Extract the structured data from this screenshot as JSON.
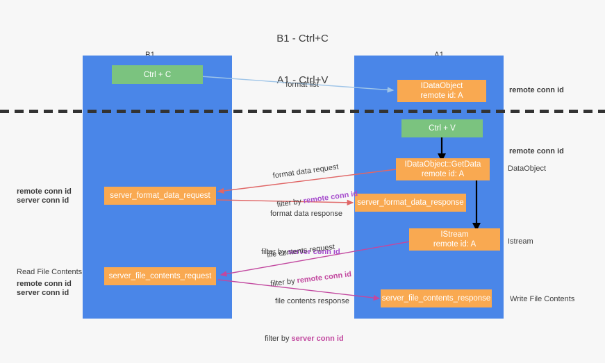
{
  "title": {
    "line1": "B1 - Ctrl+C",
    "line2": "A1 - Ctrl+V"
  },
  "columns": [
    {
      "name": "B1",
      "role": "connection"
    },
    {
      "name": "A1",
      "role": "remote"
    }
  ],
  "nodes": {
    "ctrl_c": {
      "label": "Ctrl + C",
      "color": "#7bc37f"
    },
    "ctrl_v": {
      "label": "Ctrl + V",
      "color": "#7bc37f"
    },
    "idataobject": {
      "line1": "IDataObject",
      "line2": "remote id: A",
      "color": "#f9a951"
    },
    "getdata": {
      "line1": "IDataObject::GetData",
      "line2": "remote id: A",
      "color": "#f9a951"
    },
    "istream": {
      "line1": "IStream",
      "line2": "remote id: A",
      "color": "#f9a951"
    },
    "server_format_data_request": {
      "label": "server_format_data_request",
      "color": "#f9a951"
    },
    "server_format_data_response": {
      "label": "server_format_data_response",
      "color": "#f9a951"
    },
    "server_file_contents_request": {
      "label": "server_file_contents_request",
      "color": "#f9a951"
    },
    "server_file_contents_response": {
      "label": "server_file_contents_response",
      "color": "#f9a951"
    }
  },
  "edges": {
    "format_list": {
      "label": "format list",
      "color": "#9fc5e8"
    },
    "format_data_request": {
      "line1": "format data request",
      "filter_prefix": "filter by ",
      "filter_key": "remote conn id",
      "color": "#e06666"
    },
    "format_data_response": {
      "line1": "format data response",
      "filter_prefix": "filter by ",
      "filter_key": "server conn id",
      "color": "#e06666"
    },
    "file_contents_request": {
      "line1": "file contents request",
      "filter_prefix": "filter by ",
      "filter_key": "remote conn id",
      "color": "#c2489f"
    },
    "file_contents_response": {
      "line1": "file contents response",
      "filter_prefix": "filter by ",
      "filter_key": "server conn id",
      "color": "#c2489f"
    }
  },
  "annotations": {
    "right_remote_conn_id_top": "remote conn id",
    "right_remote_conn_id_mid": "remote conn id",
    "right_dataobject": "DataObject",
    "right_istream": "Istream",
    "right_write_file_contents": "Write File Contents",
    "left_remote_conn_id": "remote conn id",
    "left_server_conn_id": "server conn id",
    "left_read_file_contents": "Read File Contents",
    "left_remote_conn_id_2": "remote conn id",
    "left_server_conn_id_2": "server conn id"
  },
  "colors": {
    "lane": "#4a86e8",
    "node_green": "#7bc37f",
    "node_orange": "#f9a951",
    "purple": "#a64dcd",
    "pink": "#c2489f",
    "green_text": "#6aa84f",
    "red_arrow": "#e06666",
    "blue_arrow": "#9fc5e8",
    "background": "#f7f7f7"
  }
}
